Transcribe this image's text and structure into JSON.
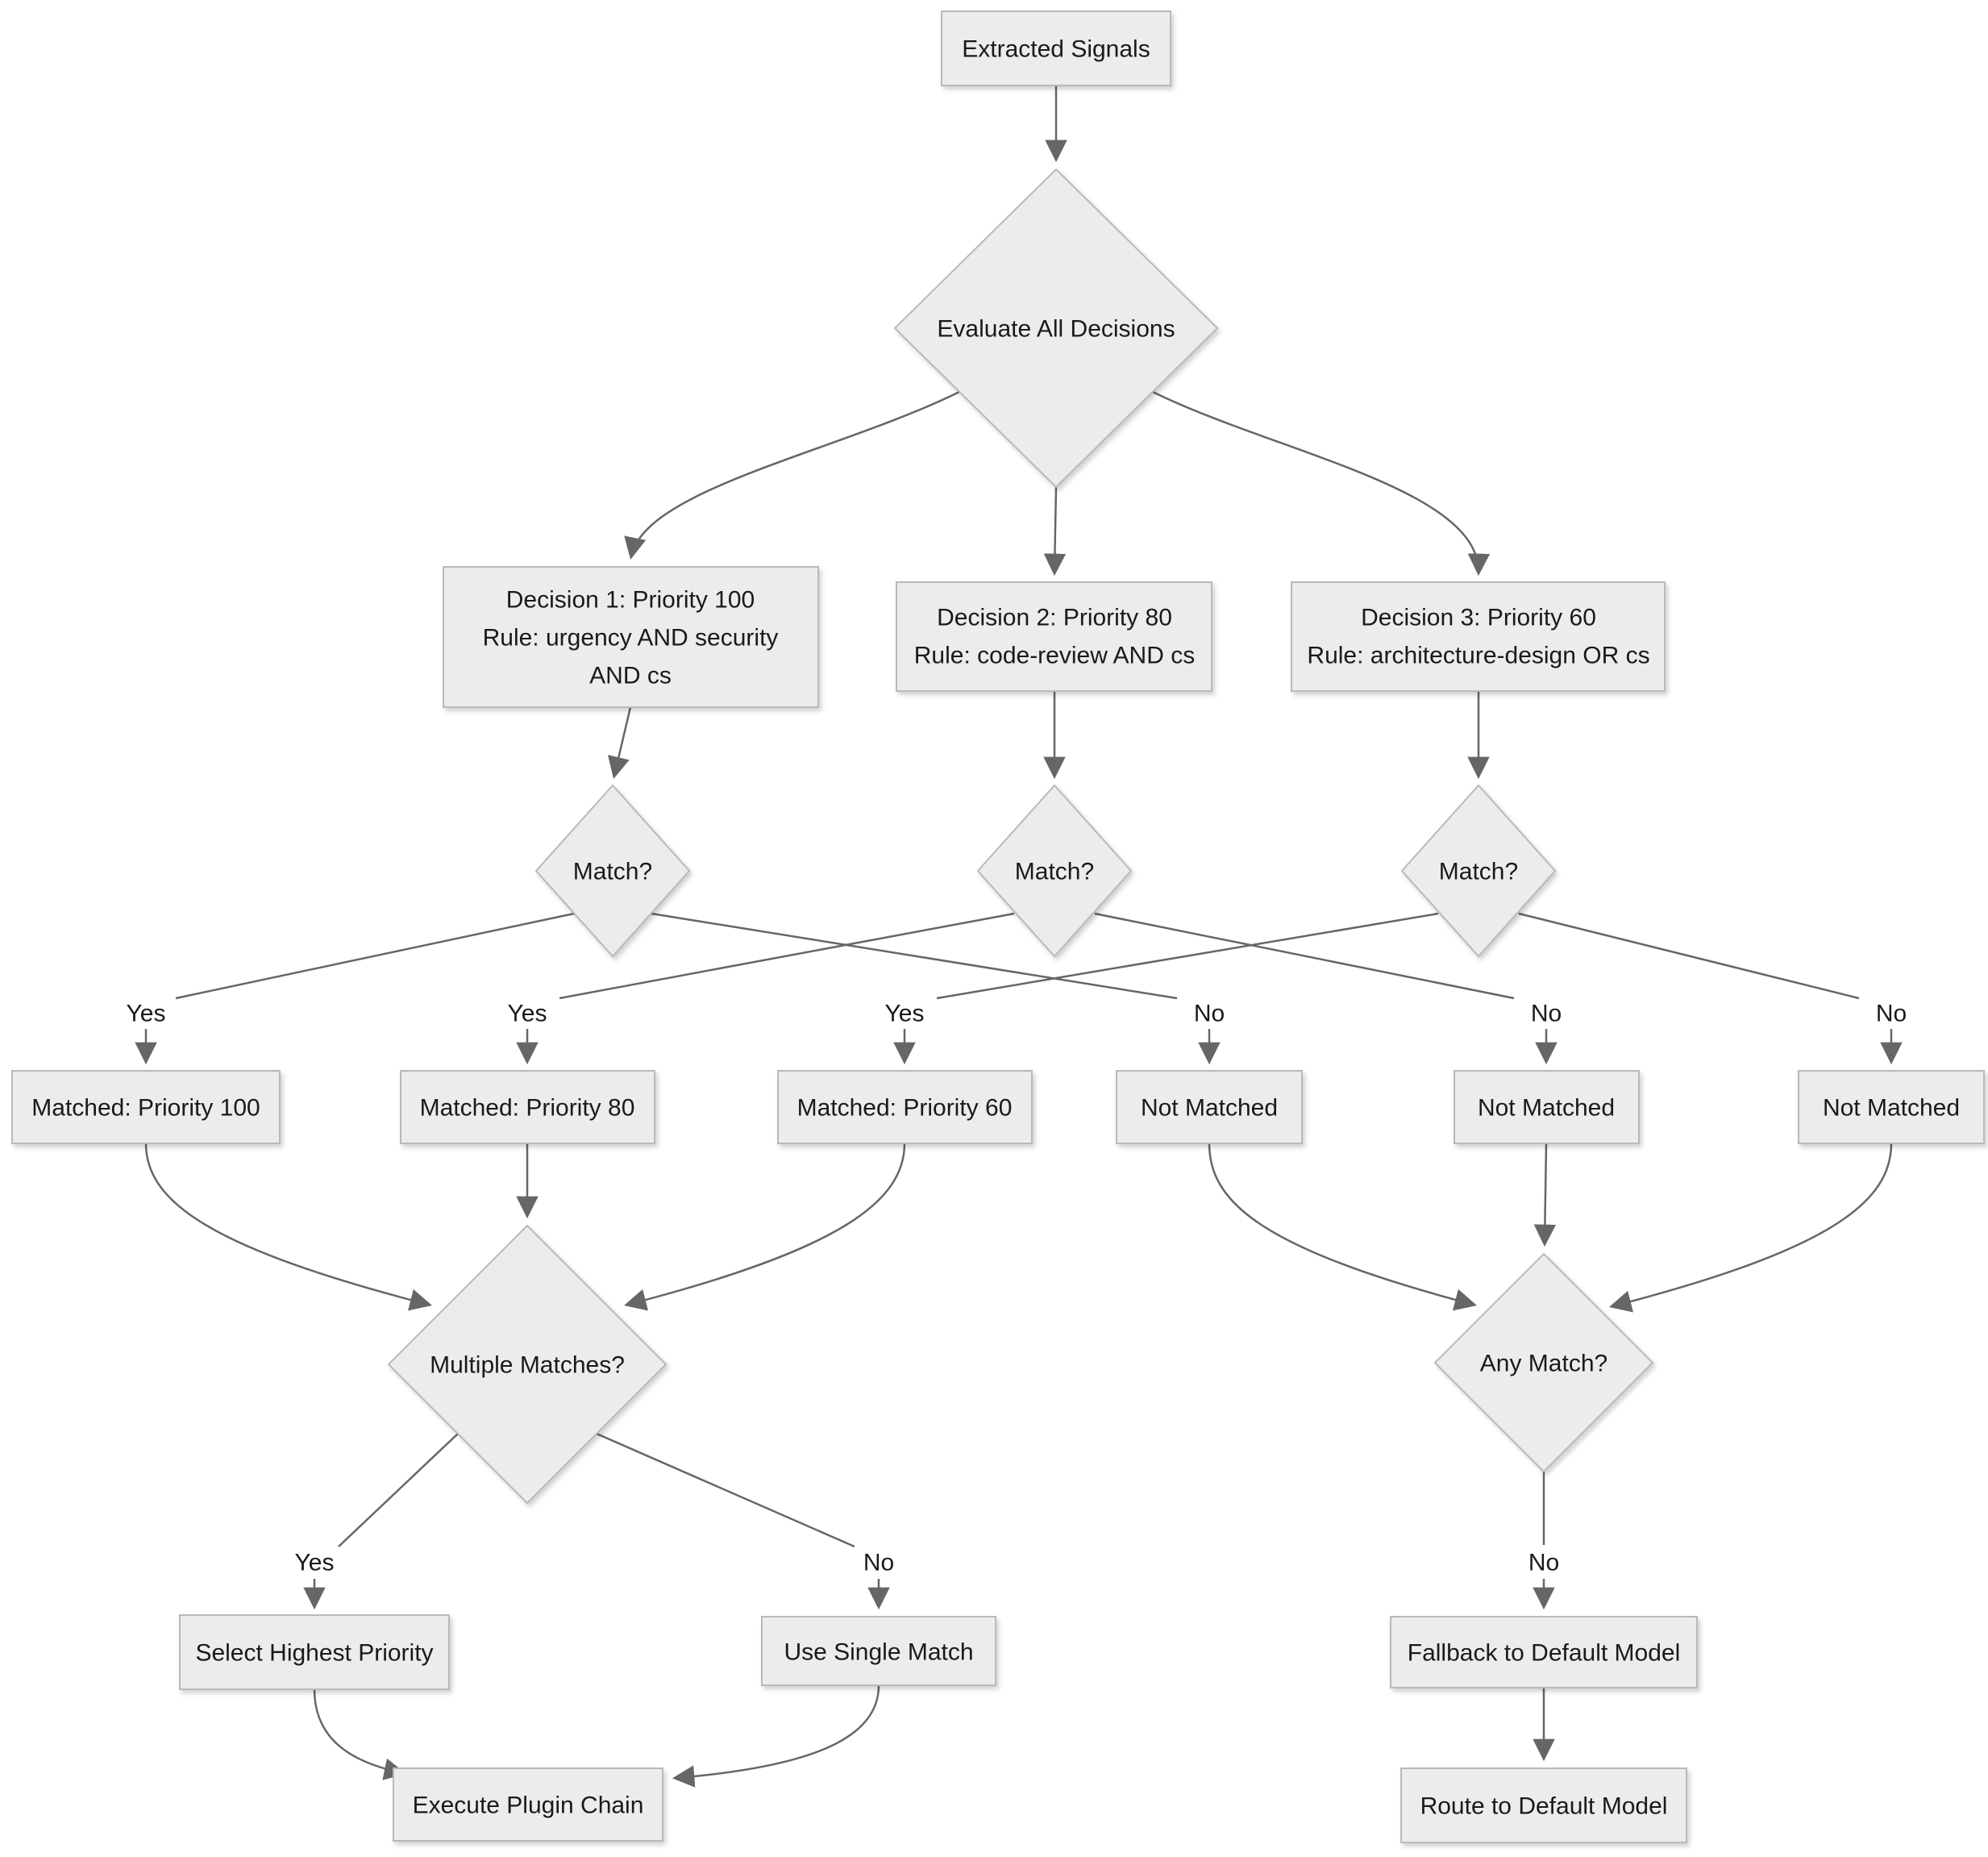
{
  "diagram": {
    "type": "flowchart",
    "nodes": {
      "extracted_signals": {
        "label": "Extracted Signals"
      },
      "evaluate_all": {
        "label": "Evaluate All Decisions"
      },
      "decision1": {
        "line1": "Decision 1: Priority 100",
        "line2": "Rule: urgency AND security",
        "line3": "AND cs"
      },
      "decision2": {
        "line1": "Decision 2: Priority 80",
        "line2": "Rule: code-review AND cs"
      },
      "decision3": {
        "line1": "Decision 3: Priority 60",
        "line2": "Rule: architecture-design OR cs"
      },
      "match1": {
        "label": "Match?"
      },
      "match2": {
        "label": "Match?"
      },
      "match3": {
        "label": "Match?"
      },
      "matched_100": {
        "label": "Matched: Priority 100"
      },
      "matched_80": {
        "label": "Matched: Priority 80"
      },
      "matched_60": {
        "label": "Matched: Priority 60"
      },
      "not_matched_1": {
        "label": "Not Matched"
      },
      "not_matched_2": {
        "label": "Not Matched"
      },
      "not_matched_3": {
        "label": "Not Matched"
      },
      "multiple_matches": {
        "label": "Multiple Matches?"
      },
      "any_match": {
        "label": "Any Match?"
      },
      "select_highest_priority": {
        "label": "Select Highest Priority"
      },
      "use_single_match": {
        "label": "Use Single Match"
      },
      "fallback_default": {
        "label": "Fallback to Default Model"
      },
      "execute_plugin_chain": {
        "label": "Execute Plugin Chain"
      },
      "route_default": {
        "label": "Route to Default Model"
      }
    },
    "edge_labels": {
      "yes": "Yes",
      "no": "No"
    },
    "edges": [
      {
        "from": "extracted_signals",
        "to": "evaluate_all",
        "label": ""
      },
      {
        "from": "evaluate_all",
        "to": "decision1",
        "label": ""
      },
      {
        "from": "evaluate_all",
        "to": "decision2",
        "label": ""
      },
      {
        "from": "evaluate_all",
        "to": "decision3",
        "label": ""
      },
      {
        "from": "decision1",
        "to": "match1",
        "label": ""
      },
      {
        "from": "decision2",
        "to": "match2",
        "label": ""
      },
      {
        "from": "decision3",
        "to": "match3",
        "label": ""
      },
      {
        "from": "match1",
        "to": "matched_100",
        "label": "Yes"
      },
      {
        "from": "match1",
        "to": "not_matched_1",
        "label": "No"
      },
      {
        "from": "match2",
        "to": "matched_80",
        "label": "Yes"
      },
      {
        "from": "match2",
        "to": "not_matched_2",
        "label": "No"
      },
      {
        "from": "match3",
        "to": "matched_60",
        "label": "Yes"
      },
      {
        "from": "match3",
        "to": "not_matched_3",
        "label": "No"
      },
      {
        "from": "matched_100",
        "to": "multiple_matches",
        "label": ""
      },
      {
        "from": "matched_80",
        "to": "multiple_matches",
        "label": ""
      },
      {
        "from": "matched_60",
        "to": "multiple_matches",
        "label": ""
      },
      {
        "from": "not_matched_1",
        "to": "any_match",
        "label": ""
      },
      {
        "from": "not_matched_2",
        "to": "any_match",
        "label": ""
      },
      {
        "from": "not_matched_3",
        "to": "any_match",
        "label": ""
      },
      {
        "from": "multiple_matches",
        "to": "select_highest_priority",
        "label": "Yes"
      },
      {
        "from": "multiple_matches",
        "to": "use_single_match",
        "label": "No"
      },
      {
        "from": "any_match",
        "to": "fallback_default",
        "label": "No"
      },
      {
        "from": "select_highest_priority",
        "to": "execute_plugin_chain",
        "label": ""
      },
      {
        "from": "use_single_match",
        "to": "execute_plugin_chain",
        "label": ""
      },
      {
        "from": "fallback_default",
        "to": "route_default",
        "label": ""
      }
    ],
    "colors": {
      "node_fill": "#ececec",
      "node_border": "#b9b9b9",
      "edge": "#666666",
      "text": "#1a1a1a",
      "background": "#ffffff"
    }
  }
}
